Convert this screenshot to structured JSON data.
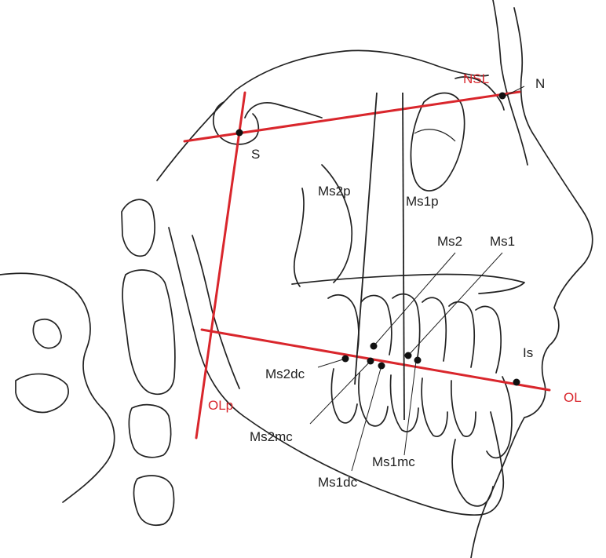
{
  "diagram": {
    "colors": {
      "reference": "#d9262c",
      "outline": "#222222",
      "points": "#111111"
    },
    "reference_lines": {
      "nsl": "NSL",
      "ol": "OL",
      "olp": "OLp"
    },
    "landmarks": {
      "s": "S",
      "n": "N",
      "is": "Is"
    },
    "measure_lines": {
      "ms2p": "Ms2p",
      "ms1p": "Ms1p"
    },
    "tooth_points": {
      "ms2": "Ms2",
      "ms1": "Ms1",
      "ms2dc": "Ms2dc",
      "ms2mc": "Ms2mc",
      "ms1dc": "Ms1dc",
      "ms1mc": "Ms1mc"
    }
  }
}
